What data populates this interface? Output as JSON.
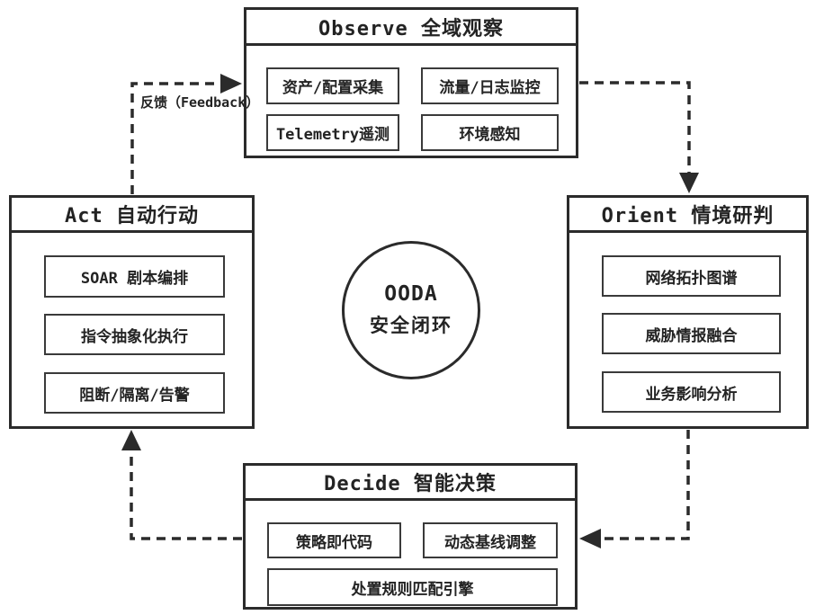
{
  "diagram": {
    "circle": {
      "line1": "OODA",
      "line2": "安全闭环"
    },
    "feedback_label": "反馈（Feedback）",
    "panels": {
      "observe": {
        "title": "Observe 全域观察",
        "items": [
          "资产/配置采集",
          "流量/日志监控",
          "Telemetry遥测",
          "环境感知"
        ]
      },
      "orient": {
        "title": "Orient 情境研判",
        "items": [
          "网络拓扑图谱",
          "威胁情报融合",
          "业务影响分析"
        ]
      },
      "decide": {
        "title": "Decide 智能决策",
        "items": [
          "策略即代码",
          "动态基线调整",
          "处置规则匹配引擎"
        ]
      },
      "act": {
        "title": "Act 自动行动",
        "items": [
          "SOAR 剧本编排",
          "指令抽象化执行",
          "阻断/隔离/告警"
        ]
      }
    },
    "colors": {
      "line": "#2b2b2b",
      "background": "#ffffff"
    }
  }
}
